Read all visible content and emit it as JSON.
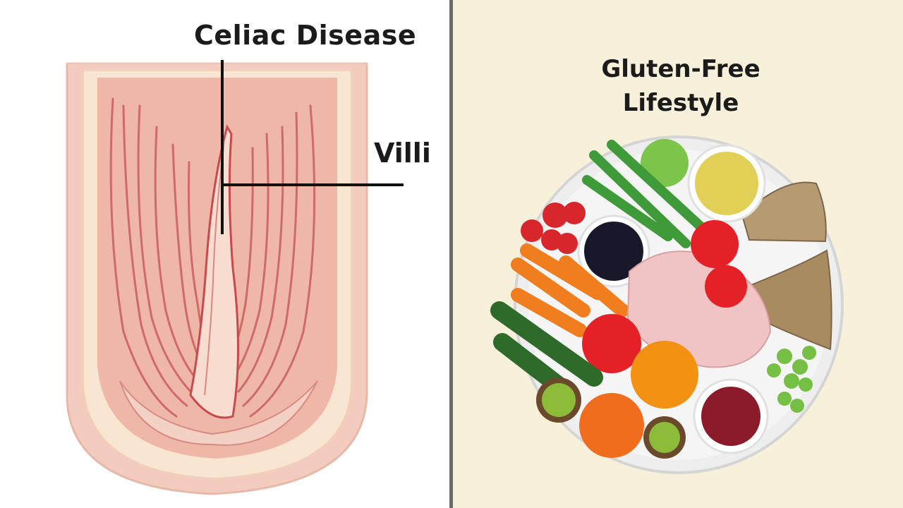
{
  "left": {
    "title": "Celiac Disease",
    "label": "Villi"
  },
  "right": {
    "title_line1": "Gluten-Free",
    "title_line2": "Lifestyle"
  },
  "colors": {
    "tissue_light": "#f6d6cc",
    "tissue_mid": "#e9a99c",
    "vein_red": "#c84a4c",
    "cream_bg": "#f7f1dc",
    "divider": "#6b6b6b"
  }
}
